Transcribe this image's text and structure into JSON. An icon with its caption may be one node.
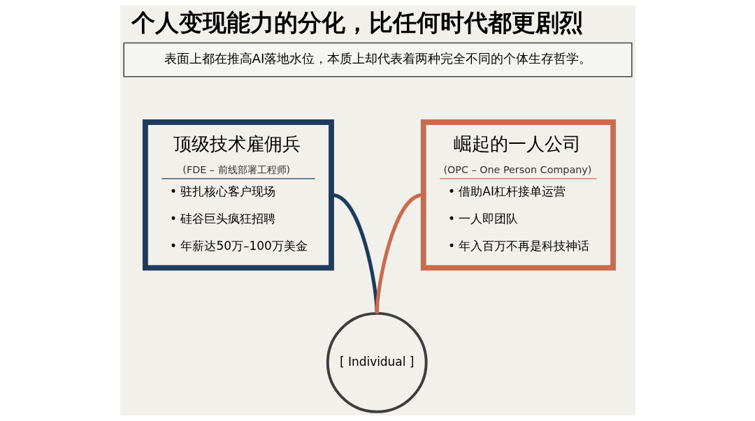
{
  "diagram": {
    "title": "个人变现能力的分化，比任何时代都更剧烈",
    "nodes": [
      {
        "text": [
          "表面上都在推高AI落地水位，本质上却代表着两种完全不同的个体生存哲学。"
        ]
      },
      {
        "text": [
          "顶级技术雇佣兵",
          "(FDE – 前线部署工程师)",
          "• 驻扎核心客户现场",
          "• 硅谷巨头疯狂招聘",
          "• 年薪达50万–100万美金"
        ]
      },
      {
        "text": [
          "崛起的一人公司",
          "(OPC – One Person Company)",
          "• 借助AI杠杆接单运营",
          "• 一人即团队",
          "• 年入百万不再是科技神话"
        ]
      },
      {
        "text": [
          "[ Individual ]"
        ]
      }
    ],
    "edges": [
      {
        "from": 3,
        "to": 1,
        "arrow": "none",
        "color": "#1d3b5c"
      },
      {
        "from": 3,
        "to": 2,
        "arrow": "none",
        "color": "#c96b4d"
      }
    ]
  }
}
